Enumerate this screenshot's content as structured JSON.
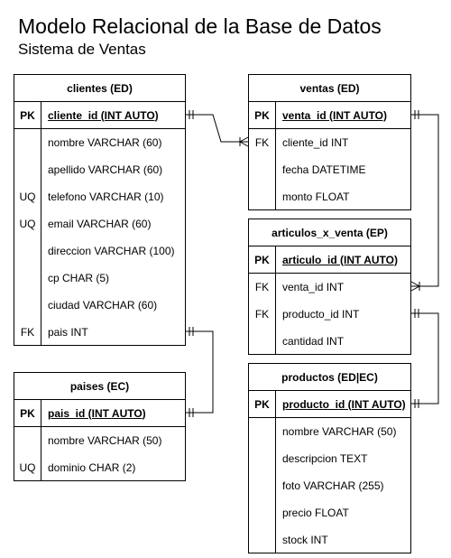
{
  "title": "Modelo Relacional de la Base de Datos",
  "subtitle": "Sistema de Ventas",
  "tables": {
    "clientes": {
      "name": "clientes (ED)",
      "pk": {
        "key": "PK",
        "field": "cliente_id  (INT AUTO)"
      },
      "rows": [
        {
          "key": "",
          "field": "nombre  VARCHAR (60)"
        },
        {
          "key": "",
          "field": "apellido  VARCHAR (60)"
        },
        {
          "key": "UQ",
          "field": "telefono  VARCHAR (10)"
        },
        {
          "key": "UQ",
          "field": "email  VARCHAR (60)"
        },
        {
          "key": "",
          "field": "direccion  VARCHAR (100)"
        },
        {
          "key": "",
          "field": "cp  CHAR (5)"
        },
        {
          "key": "",
          "field": "ciudad  VARCHAR (60)"
        },
        {
          "key": "FK",
          "field": "pais  INT"
        }
      ]
    },
    "paises": {
      "name": "paises (EC)",
      "pk": {
        "key": "PK",
        "field": "pais_id  (INT AUTO)"
      },
      "rows": [
        {
          "key": "",
          "field": "nombre  VARCHAR (50)"
        },
        {
          "key": "UQ",
          "field": "dominio  CHAR (2)"
        }
      ]
    },
    "ventas": {
      "name": "ventas (ED)",
      "pk": {
        "key": "PK",
        "field": "venta_id  (INT AUTO)"
      },
      "rows": [
        {
          "key": "FK",
          "field": "cliente_id  INT"
        },
        {
          "key": "",
          "field": "fecha  DATETIME"
        },
        {
          "key": "",
          "field": "monto  FLOAT"
        }
      ]
    },
    "articulos_x_venta": {
      "name": "articulos_x_venta (EP)",
      "pk": {
        "key": "PK",
        "field": "articulo_id  (INT AUTO)"
      },
      "rows": [
        {
          "key": "FK",
          "field": "venta_id  INT"
        },
        {
          "key": "FK",
          "field": "producto_id  INT"
        },
        {
          "key": "",
          "field": "cantidad  INT"
        }
      ]
    },
    "productos": {
      "name": "productos (ED|EC)",
      "pk": {
        "key": "PK",
        "field": "producto_id (INT AUTO)"
      },
      "rows": [
        {
          "key": "",
          "field": "nombre  VARCHAR (50)"
        },
        {
          "key": "",
          "field": "descripcion  TEXT"
        },
        {
          "key": "",
          "field": "foto  VARCHAR (255)"
        },
        {
          "key": "",
          "field": "precio  FLOAT"
        },
        {
          "key": "",
          "field": "stock  INT"
        }
      ]
    }
  }
}
